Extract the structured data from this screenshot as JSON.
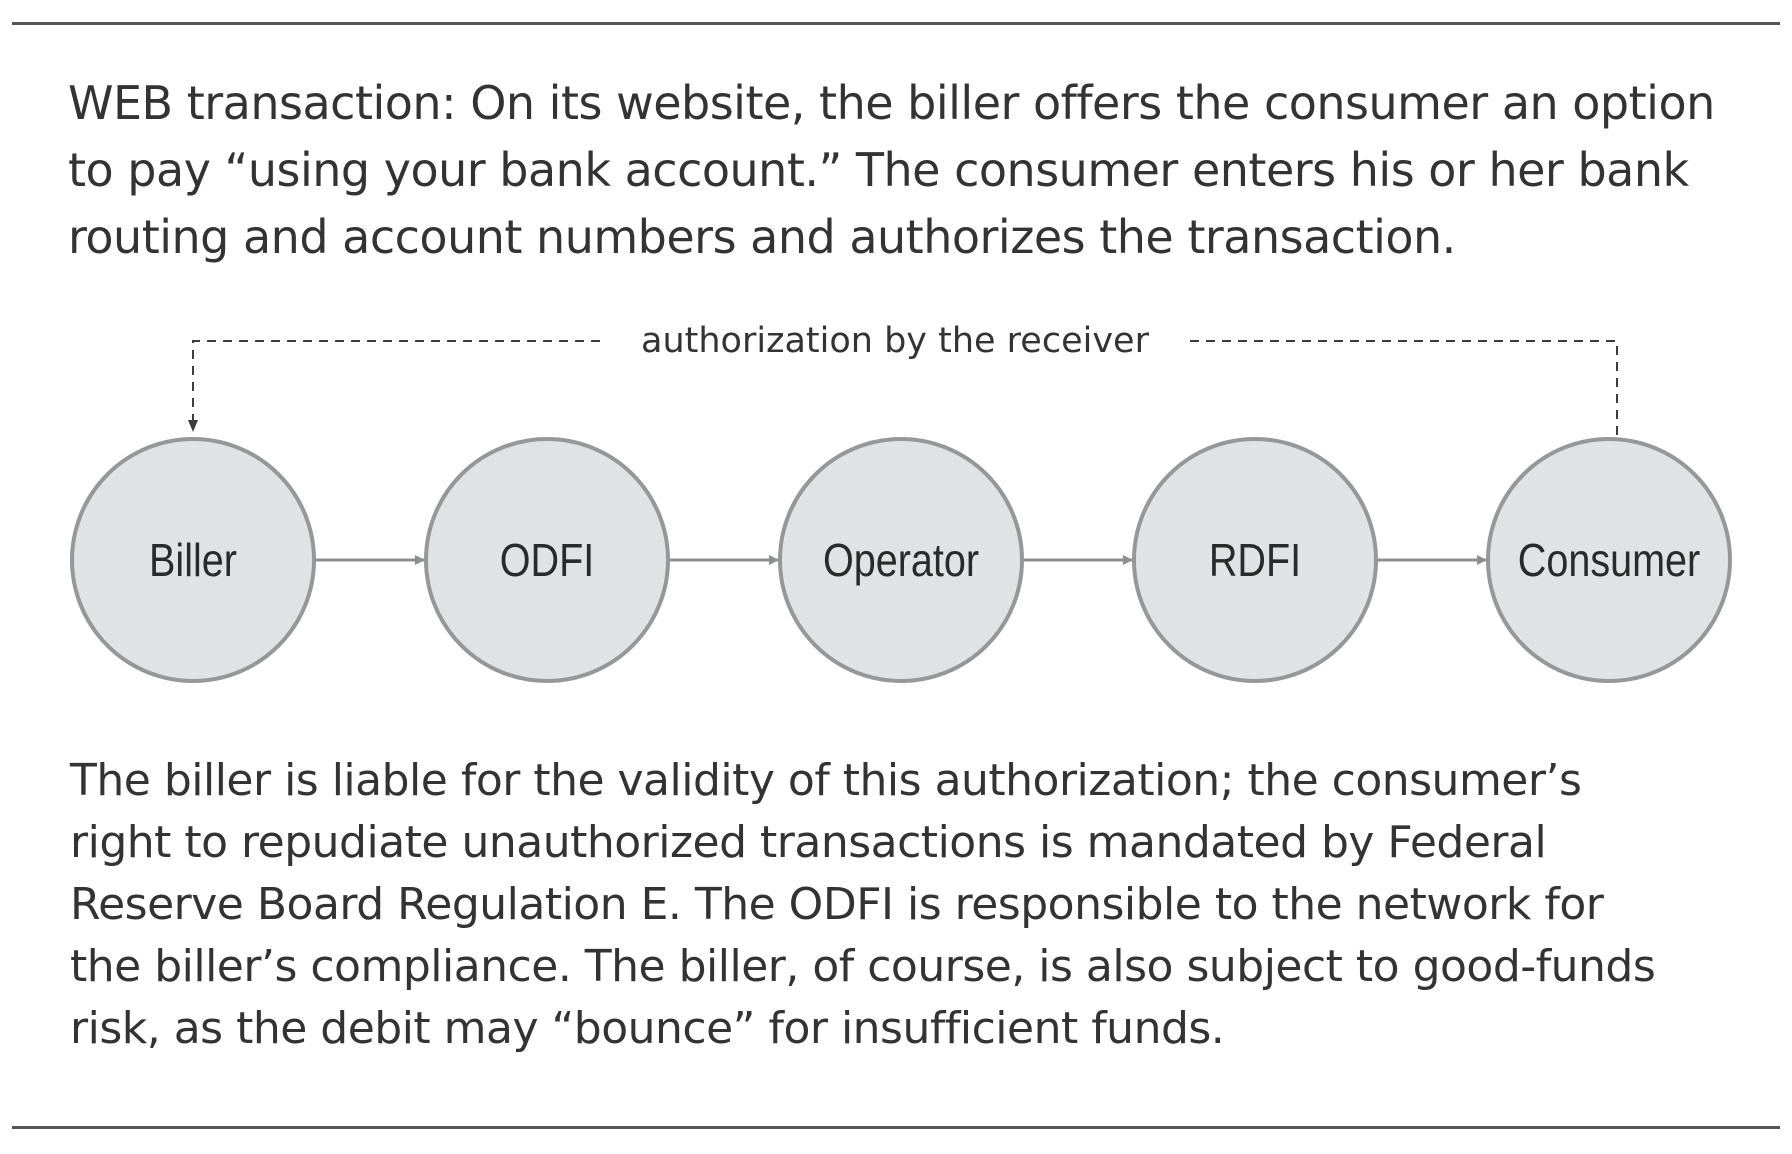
{
  "intro": {
    "lines": [
      "WEB transaction: On its website, the biller offers the consumer an option",
      "to pay “using your bank account.” The consumer enters his or her bank",
      "routing and account numbers and authorizes the transaction."
    ]
  },
  "diagram": {
    "authorization_label": "authorization by the receiver",
    "nodes": [
      "Biller",
      "ODFI",
      "Operator",
      "RDFI",
      "Consumer"
    ]
  },
  "note": {
    "lines": [
      "The biller is liable for the validity of this authorization; the consumer’s",
      "right to repudiate unauthorized transactions is mandated by Federal",
      "Reserve Board Regulation E. The ODFI is responsible to the network for",
      "the biller’s compliance. The biller, of course, is also subject to good-funds",
      "risk, as the debit may “bounce” for insufficient funds."
    ]
  },
  "colors": {
    "node_fill": "#e0e2e3",
    "node_stroke": "#959799",
    "text": "#333333"
  }
}
